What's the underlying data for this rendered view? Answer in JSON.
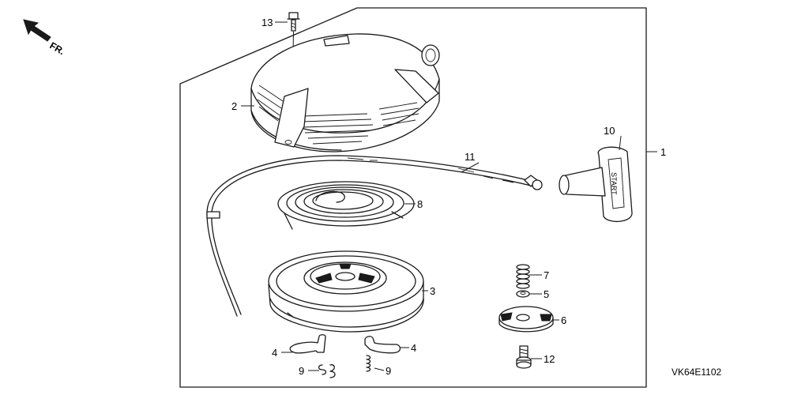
{
  "orientation": {
    "label": "FR.",
    "icon": "front-direction-arrow-icon"
  },
  "diagram_code": "VK64E1102",
  "handle_text": "START",
  "callouts": {
    "c1": "1",
    "c2": "2",
    "c3": "3",
    "c4a": "4",
    "c4b": "4",
    "c5": "5",
    "c6": "6",
    "c7": "7",
    "c8": "8",
    "c9a": "9",
    "c9b": "9",
    "c10": "10",
    "c11": "11",
    "c12": "12",
    "c13": "13"
  }
}
